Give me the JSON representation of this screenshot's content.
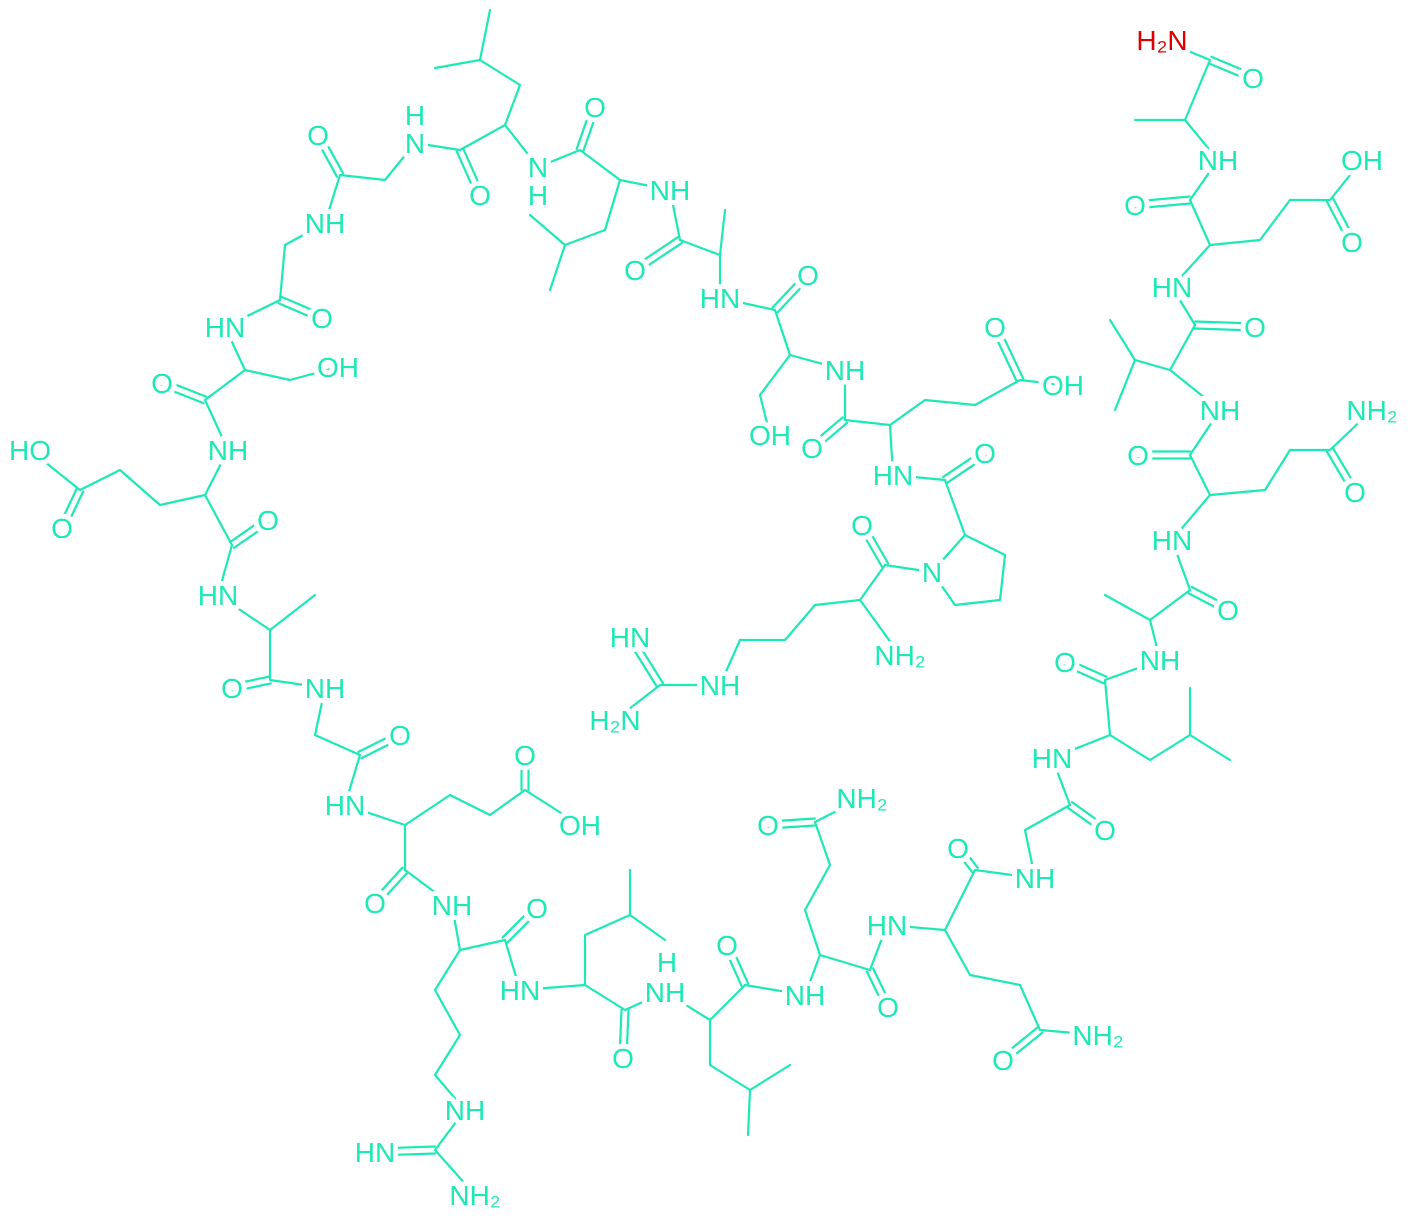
{
  "colors": {
    "structure": "#1de9b6",
    "terminal_amide": "#e00000",
    "background": "#ffffff"
  },
  "labels": [
    "H₂N",
    "O",
    "NH",
    "O",
    "OH",
    "O",
    "HN",
    "O",
    "NH",
    "O",
    "NH₂",
    "O",
    "HN",
    "O",
    "NH",
    "O",
    "HN",
    "O",
    "NH",
    "O",
    "HN",
    "O",
    "O",
    "NH₂",
    "O",
    "NH₂",
    "NH",
    "O",
    "NH",
    "H",
    "O",
    "HN",
    "O",
    "NH",
    "O",
    "NH",
    "HN",
    "NH₂",
    "O",
    "OH",
    "HN",
    "O",
    "NH",
    "O",
    "HN",
    "O",
    "HO",
    "O",
    "NH",
    "O",
    "OH",
    "HN",
    "O",
    "NH",
    "O",
    "H",
    "N",
    "O",
    "N",
    "H",
    "O",
    "NH",
    "O",
    "HN",
    "O",
    "OH",
    "NH",
    "O",
    "O",
    "OH",
    "HN",
    "O",
    "N",
    "O",
    "NH₂",
    "HN",
    "NH",
    "H₂N"
  ]
}
